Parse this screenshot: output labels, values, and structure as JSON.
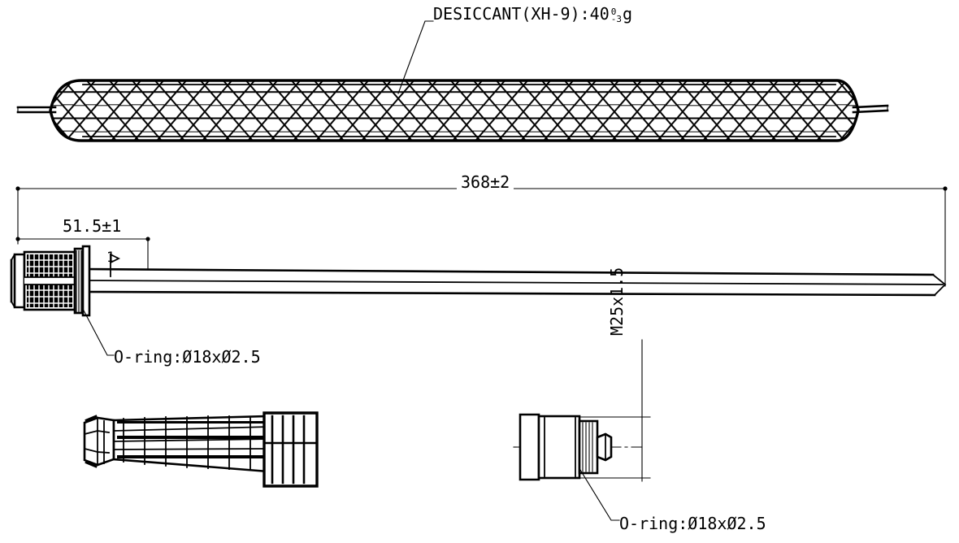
{
  "drawing": {
    "title": "Desiccant Filter Drier Technical Drawing",
    "background_color": "#ffffff",
    "line_color": "#000000"
  },
  "annotations": {
    "desiccant": {
      "label": "DESICCANT(XH-9):40",
      "tolerance_upper": "0",
      "tolerance_lower": "-3",
      "unit": "g",
      "full_text": "DESICCANT(XH-9):40 g"
    },
    "overall_length": {
      "label": "368±2",
      "value": "368",
      "tolerance": "±2"
    },
    "fitting_length": {
      "label": "51.5±1",
      "value": "51.5",
      "tolerance": "±1"
    },
    "oring_top": {
      "label": "O-ring:Ø18xØ2.5"
    },
    "oring_bottom": {
      "label": "O-ring:Ø18xØ2.5"
    },
    "thread_spec": {
      "label": "M25x1.5"
    },
    "detail_marker": {
      "label": "1"
    }
  },
  "views": {
    "top": {
      "name": "desiccant-mesh-sleeve-view"
    },
    "middle": {
      "name": "filter-drier-assembly-view"
    },
    "bottom_left": {
      "name": "filter-core-isometric-detail"
    },
    "bottom_right": {
      "name": "threaded-fitting-detail"
    }
  }
}
